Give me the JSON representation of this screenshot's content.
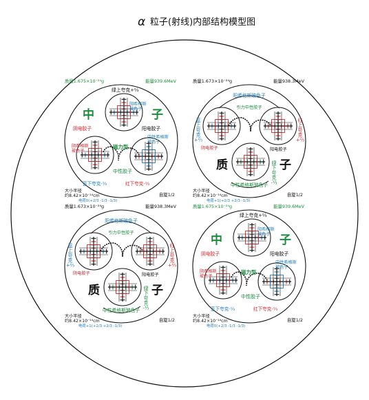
{
  "title": {
    "alpha": "α",
    "text": "粒子(射线)内部结构模型图"
  },
  "colors": {
    "green": "#1a8c3c",
    "red": "#d8262c",
    "blue": "#1f7bc0",
    "black": "#111111"
  },
  "panels": [
    {
      "type": "neutron",
      "mass": "质量1.675×10⁻²⁴g",
      "energy": "能量939.6MeV",
      "big1": "中",
      "big2": "子",
      "quark_top": "绿上夸克+⅔",
      "higgs": "阳希格斯\n玻色子",
      "pos_gluon": "阳电胶子",
      "neg_gluon": "阴电胶子",
      "neg_higgs": "阴希格斯\n玻色子",
      "neutral_higgs": "中性希格斯\n玻色子",
      "magnetic": "磁力型",
      "neutral_gluon": "中性胶子",
      "quark_bl": "蓝下夸克-⅓",
      "quark_br": "红下夸克-⅓",
      "radius": "大小半径\n约8.42×10⁻¹⁴cm",
      "spin": "自旋1/2",
      "charge": "电荷0(+2/3 -1/3 -1/3)"
    },
    {
      "type": "proton",
      "mass": "质量1.673×10⁻²⁴g",
      "energy": "能量938.3MeV",
      "big1": "质",
      "big2": "子",
      "top_boson": "阳希格斯玻色子",
      "force": "引力中性胶子",
      "quark_left": "蓝\n上\n夸\n克\n+⅔",
      "quark_right": "红\n上\n夸\n克\n+⅔",
      "neg_gluon": "阴电胶子",
      "pos_gluon": "阳电胶子",
      "quark_bottom": "绿\n下\n夸\n克\n-⅓",
      "bottom_boson": "中性希格斯玻色子",
      "radius": "大小半径\n约8.42×10⁻¹⁴cm",
      "spin": "自旋1/2",
      "charge": "电荷+1(+2/3 +2/3 -1/3)"
    },
    {
      "type": "proton",
      "mass": "质量1.673×10⁻²⁴g",
      "energy": "能量938.3MeV",
      "big1": "质",
      "big2": "子",
      "top_boson": "阳希格斯玻色子",
      "force": "引力中性胶子",
      "quark_left": "蓝\n上\n夸\n克\n+⅔",
      "quark_right": "红\n上\n夸\n克\n+⅔",
      "neg_gluon": "阴电胶子",
      "pos_gluon": "阳电胶子",
      "quark_bottom": "绿\n下\n夸\n克\n-⅓",
      "bottom_boson": "中性希格斯玻色子",
      "radius": "大小半径\n约8.42×10⁻¹⁴cm",
      "spin": "自旋1/2",
      "charge": "电荷+1(+2/3 +2/3 -1/3)"
    },
    {
      "type": "neutron",
      "mass": "质量1.675×10⁻²⁴g",
      "energy": "能量939.6MeV",
      "big1": "中",
      "big2": "子",
      "quark_top": "绿上夸克+⅔",
      "higgs": "阳希格斯\n玻色子",
      "pos_gluon": "阳电胶子",
      "neg_gluon": "阴电胶子",
      "neg_higgs": "阴希格斯\n玻色子",
      "neutral_higgs": "中性希格斯\n玻色子",
      "magnetic": "磁力型",
      "neutral_gluon": "中性胶子",
      "quark_bl": "蓝下夸克-⅓",
      "quark_br": "红下夸克-⅓",
      "radius": "大小半径\n约8.42×10⁻¹⁴cm",
      "spin": "自旋1/2",
      "charge": "电荷0(+2/3 -1/3 -1/3)"
    }
  ]
}
